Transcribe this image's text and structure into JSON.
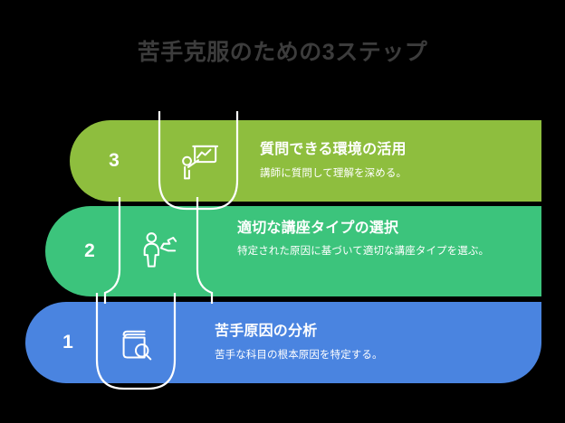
{
  "page": {
    "title": "苦手克服のための3ステップ",
    "background_color": "#000000",
    "title_color": "#3c3c3c"
  },
  "steps": [
    {
      "number": "3",
      "heading": "質問できる環境の活用",
      "description": "講師に質問して理解を深める。",
      "color": "#8ebe3e",
      "icon": "presenter-board-icon"
    },
    {
      "number": "2",
      "heading": "適切な講座タイプの選択",
      "description": "特定された原因に基づいて適切な講座タイプを選ぶ。",
      "color": "#3cc47c",
      "icon": "person-path-icon"
    },
    {
      "number": "1",
      "heading": "苦手原因の分析",
      "description": "苦手な科目の根本原因を特定する。",
      "color": "#4a84e0",
      "icon": "book-search-icon"
    }
  ]
}
